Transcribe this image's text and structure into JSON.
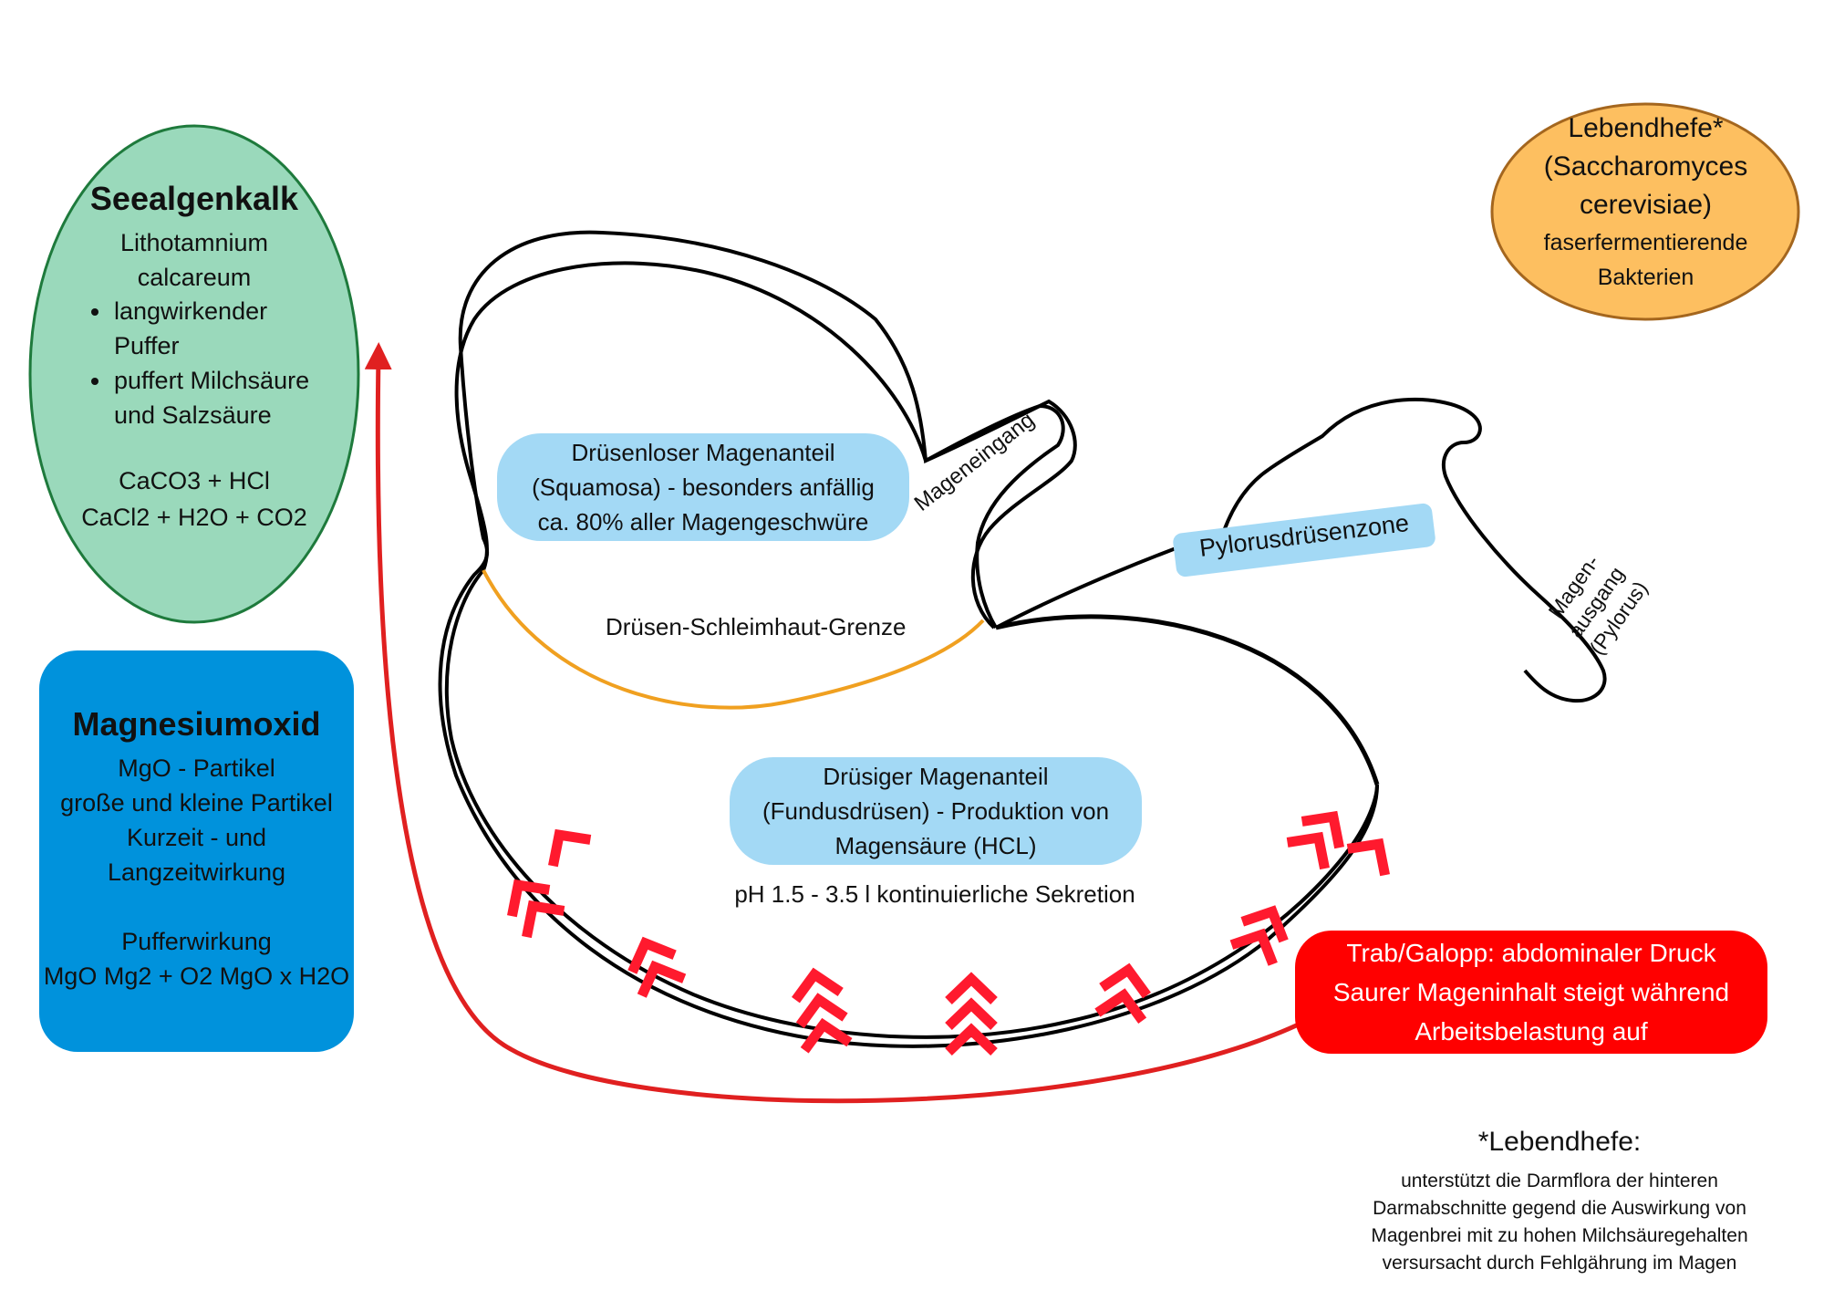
{
  "colors": {
    "green_fill": "#9ad9bb",
    "green_stroke": "#1e7a3c",
    "blue_box": "#0092dc",
    "light_blue": "#a3d9f5",
    "orange_fill": "#fdbf60",
    "orange_stroke": "#a4661e",
    "red": "#ff0000",
    "arrow_red": "#e02020",
    "border_orange": "#f0a020"
  },
  "seealgenkalk": {
    "title": "Seealgenkalk",
    "sub_line1": "Lithotamnium",
    "sub_line2": "calcareum",
    "bullet1_line1": "langwirkender",
    "bullet1_line2": "Puffer",
    "bullet2_line1": "puffert Milchsäure",
    "bullet2_line2": "und Salzsäure",
    "formula1": "CaCO3 + HCl",
    "formula2": "CaCl2 + H2O + CO2"
  },
  "magnesiumoxid": {
    "title": "Magnesiumoxid",
    "line1": "MgO - Partikel",
    "line2": "große und kleine Partikel",
    "line3": "Kurzeit - und",
    "line4": "Langzeitwirkung",
    "line5": "Pufferwirkung",
    "line6": "MgO Mg2 + O2 MgO x H2O"
  },
  "lebendhefe": {
    "line1": "Lebendhefe*",
    "line2": "(Saccharomyces",
    "line3": "cerevisiae)",
    "line4": "faserfermentierende",
    "line5": "Bakterien"
  },
  "stomach": {
    "druesenlos_line1": "Drüsenloser Magenanteil",
    "druesenlos_line2": "(Squamosa) - besonders anfällig",
    "druesenlos_line3": "ca. 80% aller Magengeschwüre",
    "mageneingang": "Mageneingang",
    "grenze": "Drüsen-Schleimhaut-Grenze",
    "pylorus_zone": "Pylorusdrüsenzone",
    "magenausgang_line1": "Magen-",
    "magenausgang_line2": "ausgang",
    "magenausgang_line3": "(Pylorus)",
    "druesig_line1": "Drüsiger Magenanteil",
    "druesig_line2": "(Fundusdrüsen) - Produktion von",
    "druesig_line3": "Magensäure (HCL)",
    "ph": "pH 1.5 - 3.5 l kontinuierliche Sekretion"
  },
  "trab": {
    "line1": "Trab/Galopp: abdominaler Druck",
    "line2": "Saurer Mageninhalt steigt während",
    "line3": "Arbeitsbelastung auf"
  },
  "note": {
    "title": "*Lebendhefe:",
    "line1": "unterstützt die Darmflora der hinteren",
    "line2": "Darmabschnitte gegend die Auswirkung von",
    "line3": "Magenbrei mit zu hohen Milchsäuregehalten",
    "line4": "versursacht durch Fehlgährung im Magen"
  }
}
